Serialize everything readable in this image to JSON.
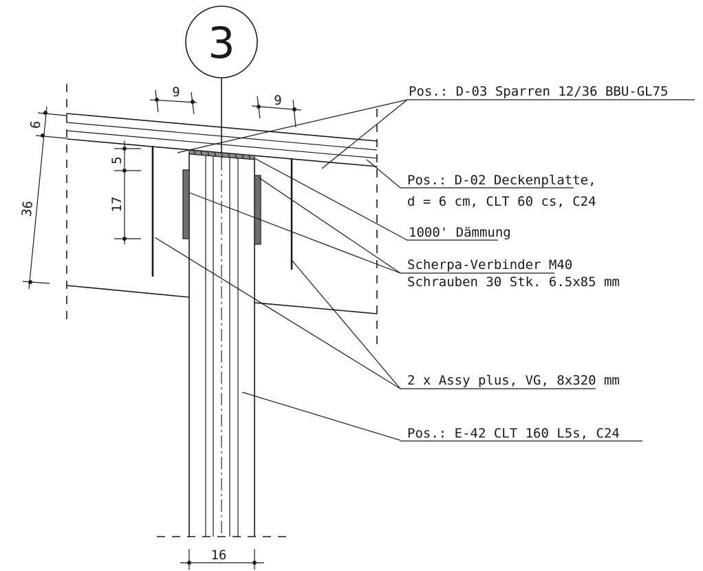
{
  "detail": {
    "marker": "3"
  },
  "labels": {
    "sparren": "Pos.: D-03 Sparren 12/36 BBU-GL75",
    "deckenplatte_line1": "Pos.: D-02 Deckenplatte,",
    "deckenplatte_line2": "d = 6 cm, CLT 60 cs, C24",
    "daemmung": "1000' Dämmung",
    "verbinder_line1": "Scherpa-Verbinder M40",
    "verbinder_line2": "Schrauben 30 Stk. 6.5x85 mm",
    "assy": "2 x Assy plus, VG, 8x320 mm",
    "wand": "Pos.: E-42 CLT 160 L5s, C24"
  },
  "dimensions": {
    "top_left": "9",
    "top_right": "9",
    "plate_thickness": "6",
    "rafter_depth": "36",
    "edge_5": "5",
    "edge_17": "17",
    "wall_width": "16"
  }
}
